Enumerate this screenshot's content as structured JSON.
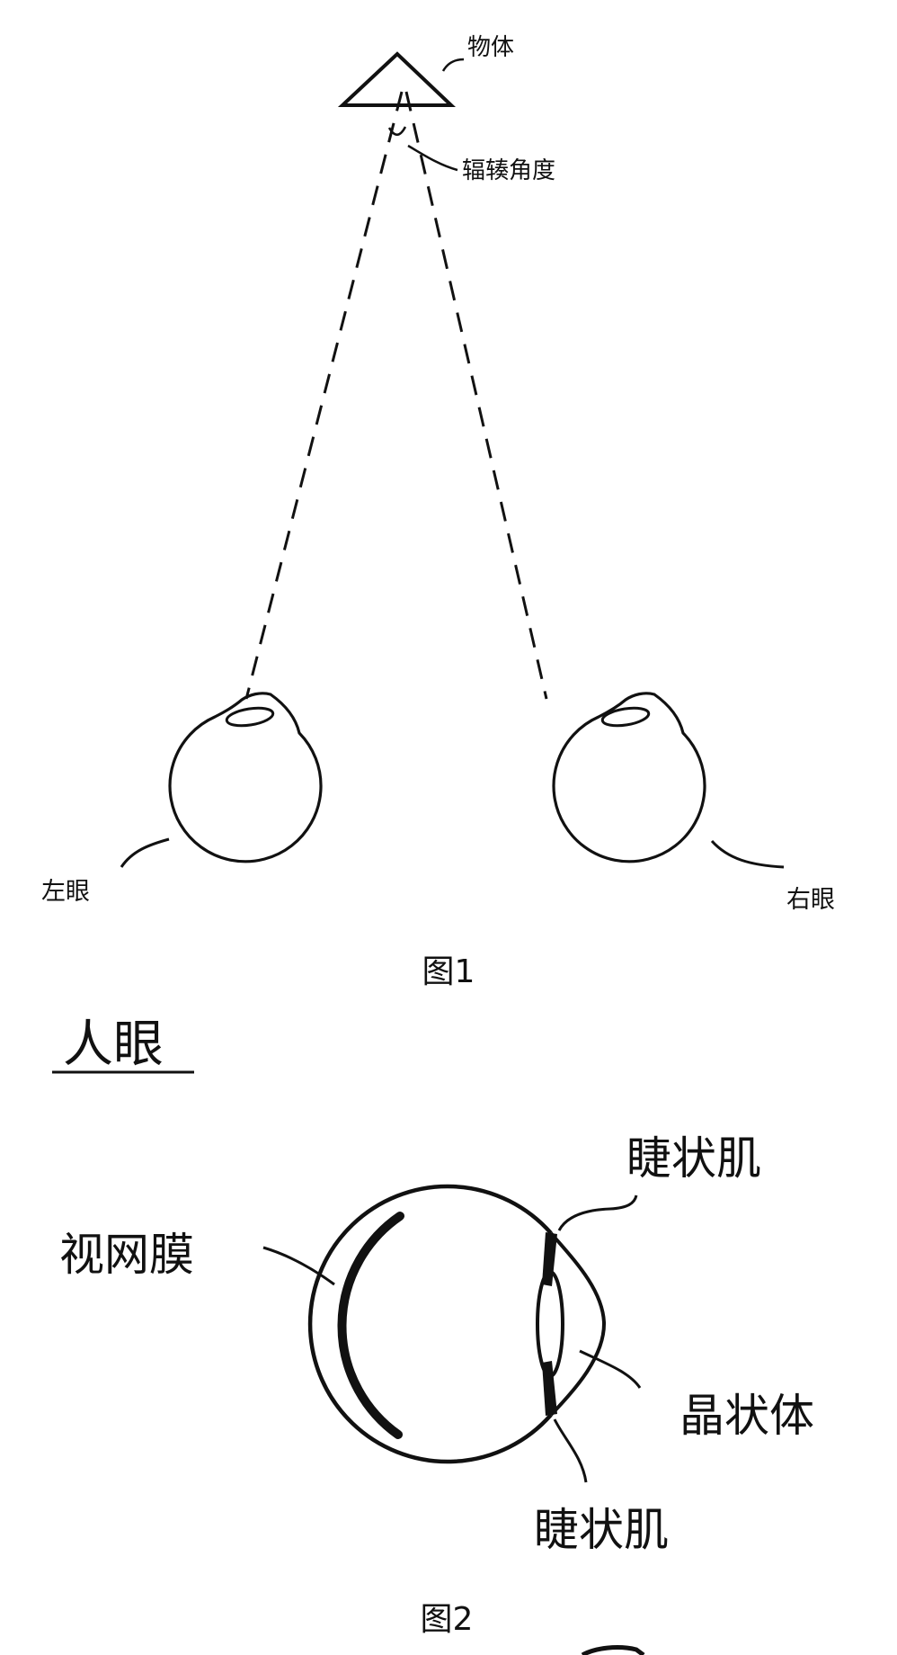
{
  "figure1": {
    "caption": "图1",
    "labels": {
      "object": "物体",
      "vergence_angle": "辐辏角度",
      "left_eye": "左眼",
      "right_eye": "右眼"
    }
  },
  "figure2": {
    "caption": "图2",
    "title": "人眼",
    "labels": {
      "ciliary_muscle_top": "睫状肌",
      "retina": "视网膜",
      "lens": "晶状体",
      "ciliary_muscle_bottom": "睫状肌"
    }
  },
  "colors": {
    "ink": "#111111",
    "background": "#ffffff"
  }
}
